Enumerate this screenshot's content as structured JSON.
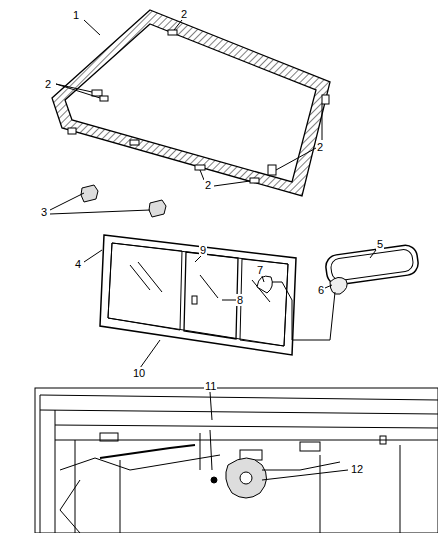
{
  "diagram": {
    "labels": [
      "1",
      "2",
      "2",
      "2",
      "2",
      "3",
      "4",
      "5",
      "6",
      "7",
      "8",
      "9",
      "10",
      "11",
      "12"
    ]
  }
}
